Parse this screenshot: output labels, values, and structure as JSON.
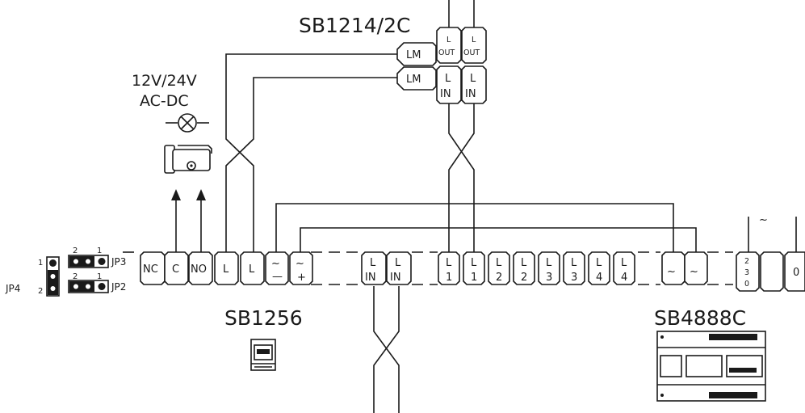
{
  "devices": {
    "sb1214": {
      "name": "SB1214/2C",
      "lm_label": "LM",
      "lout_l": "L",
      "lout_out": "OUT",
      "lin_l": "L",
      "lin_in": "IN"
    },
    "sb1256": {
      "name": "SB1256",
      "terminals": {
        "nc": "NC",
        "c": "C",
        "no": "NO",
        "l": "L",
        "tilde": "~",
        "minus": "—",
        "plus": "+"
      }
    },
    "sb4888c": {
      "name": "SB4888C",
      "tilde": "~"
    },
    "lock": {
      "voltage": "12V/24V",
      "type": "AC-DC"
    },
    "riser_in": {
      "l": "L",
      "in": "IN"
    },
    "bus_terminals": [
      {
        "l": "L",
        "n": "1"
      },
      {
        "l": "L",
        "n": "1"
      },
      {
        "l": "L",
        "n": "2"
      },
      {
        "l": "L",
        "n": "2"
      },
      {
        "l": "L",
        "n": "3"
      },
      {
        "l": "L",
        "n": "3"
      },
      {
        "l": "L",
        "n": "4"
      },
      {
        "l": "L",
        "n": "4"
      }
    ],
    "mains": {
      "v1": "2",
      "v2": "3",
      "v3": "0",
      "zero": "0",
      "symbol": "~"
    }
  },
  "jumpers": {
    "jp3": {
      "label": "JP3",
      "pin2": "2",
      "pin1": "1"
    },
    "jp2": {
      "label": "JP2",
      "pin2": "2",
      "pin1": "1"
    },
    "jp4": {
      "label": "JP4",
      "pin1": "1",
      "pin2": "2"
    }
  },
  "colors": {
    "line": "#1a1a1a",
    "background": "#ffffff"
  }
}
